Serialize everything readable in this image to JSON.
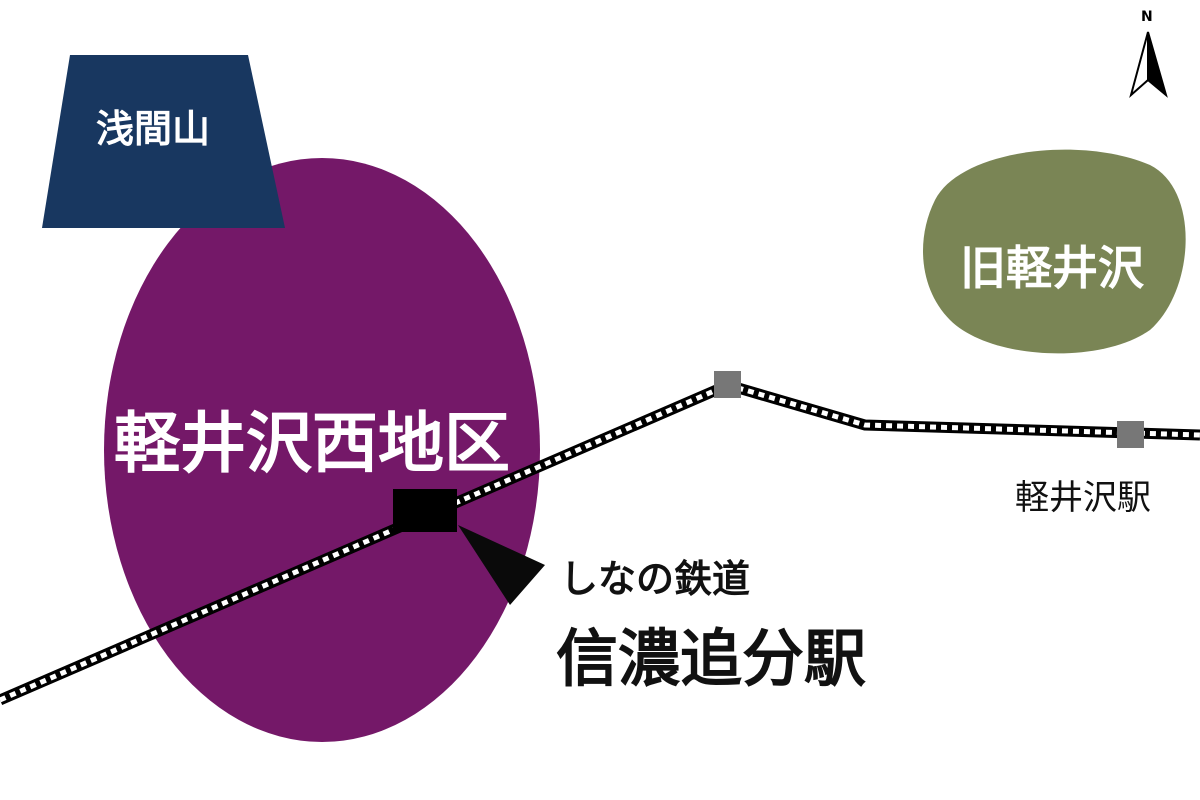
{
  "north_label": "N",
  "areas": {
    "mountain": "浅間山",
    "west_district": "軽井沢西地区",
    "old_karuizawa": "旧軽井沢"
  },
  "stations": {
    "karuizawa": "軽井沢駅",
    "railway_name": "しなの鉄道",
    "shinano_oiwake": "信濃追分駅"
  },
  "colors": {
    "mountain": "#183760",
    "west_district": "#741868",
    "old_karuizawa": "#7a8555",
    "station_marker": "#777777"
  }
}
